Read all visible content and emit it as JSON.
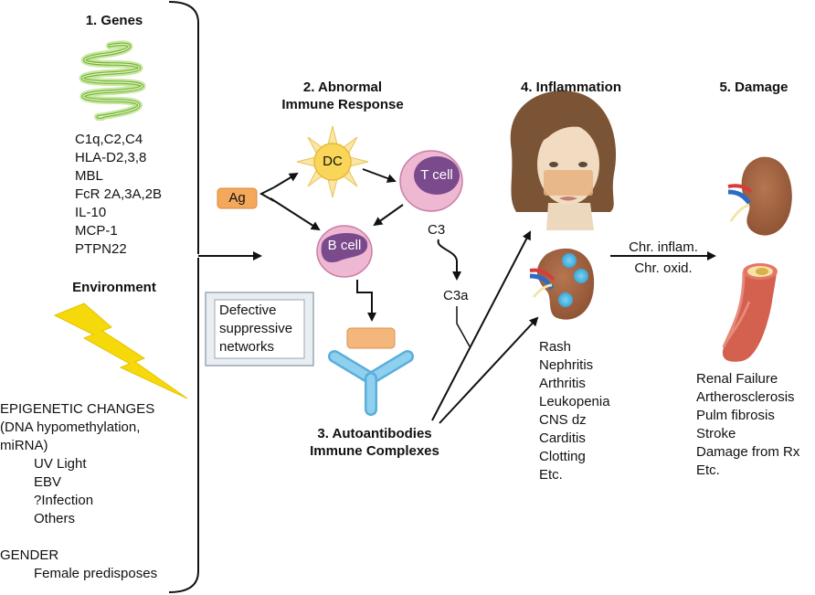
{
  "sections": {
    "genes": {
      "title": "1. Genes",
      "items": [
        "C1q,C2,C4",
        "HLA-D2,3,8",
        "MBL",
        "FcR 2A,3A,2B",
        "IL-10",
        "MCP-1",
        "PTPN22"
      ]
    },
    "environment": {
      "title": "Environment",
      "epigenetic_heading": "EPIGENETIC CHANGES",
      "epigenetic_detail": [
        "(DNA hypomethylation,",
        "miRNA)"
      ],
      "triggers": [
        "UV Light",
        "EBV",
        "?Infection",
        "Others"
      ],
      "gender_heading": "GENDER",
      "gender_detail": "Female predisposes"
    },
    "immune_response": {
      "title_line1": "2. Abnormal",
      "title_line2": "Immune Response",
      "ag": "Ag",
      "dc": "DC",
      "t_cell": "T cell",
      "b_cell": "B cell",
      "defective_box": [
        "Defective",
        "suppressive",
        "networks"
      ]
    },
    "complement": {
      "c3": "C3",
      "c3a": "C3a"
    },
    "autoantibodies": {
      "title_line1": "3. Autoantibodies",
      "title_line2": "Immune Complexes"
    },
    "inflammation": {
      "title": "4. Inflammation",
      "items": [
        "Rash",
        "Nephritis",
        "Arthritis",
        "Leukopenia",
        "CNS dz",
        "Carditis",
        "Clotting",
        "Etc."
      ]
    },
    "transition": {
      "top": "Chr. inflam.",
      "bottom": "Chr. oxid."
    },
    "damage": {
      "title": "5. Damage",
      "items": [
        "Renal Failure",
        "Artherosclerosis",
        "Pulm fibrosis",
        "Stroke",
        "Damage from Rx",
        "Etc."
      ]
    }
  },
  "colors": {
    "gene_green": "#8cc63f",
    "bolt_yellow": "#f5d90a",
    "ag_orange": "#f4a85c",
    "dc_yellow": "#f9d65a",
    "cell_pink": "#e8a9c9",
    "nucleus_purple": "#7a4a8c",
    "antibody_blue": "#6bbde3",
    "kidney_brown": "#a0603f",
    "artery_red": "#d4604f"
  }
}
